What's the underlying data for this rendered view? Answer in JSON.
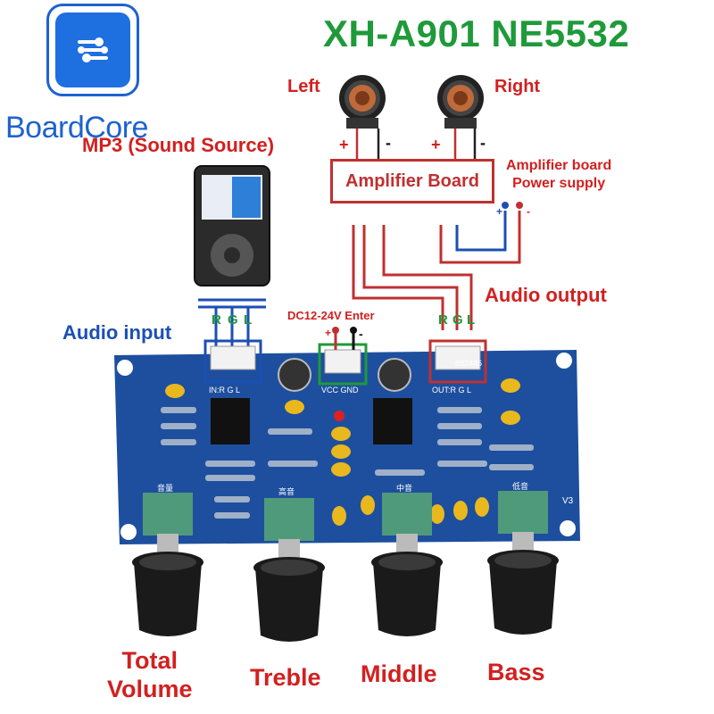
{
  "header": {
    "title": "XH-A901 NE5532",
    "brand": "BoardCore"
  },
  "labels": {
    "source": "MP3 (Sound Source)",
    "speaker_left": "Left",
    "speaker_right": "Right",
    "amplifier_board": "Amplifier Board",
    "amp_power_line1": "Amplifier board",
    "amp_power_line2": "Power supply",
    "audio_output": "Audio output",
    "audio_input": "Audio input",
    "dc_input": "DC12-24V Enter"
  },
  "signs": {
    "plus": "+",
    "minus": "-"
  },
  "connectors": {
    "input_pins": [
      "R",
      "G",
      "L"
    ],
    "output_pins": [
      "R",
      "G",
      "L"
    ]
  },
  "board": {
    "silkscreen_input": "IN:R G L",
    "silkscreen_power": "VCC GND",
    "silkscreen_output": "OUT:R G L",
    "silkscreen_code": "882446",
    "silkscreen_version": "V3",
    "pot_labels": [
      "音量",
      "高音",
      "中音",
      "低音"
    ]
  },
  "knobs": {
    "total_line1": "Total",
    "total_line2": "Volume",
    "treble": "Treble",
    "middle": "Middle",
    "bass": "Bass"
  },
  "colors": {
    "title_green": "#1f9a3a",
    "brand_blue": "#1e62d0",
    "wire_red": "#c03030",
    "wire_blue": "#1c4fb4",
    "pcb_blue": "#1d4f9e"
  },
  "icons": [
    "boardcore-logo-icon",
    "mp3-player-icon",
    "speaker-icon",
    "knob-icon"
  ]
}
